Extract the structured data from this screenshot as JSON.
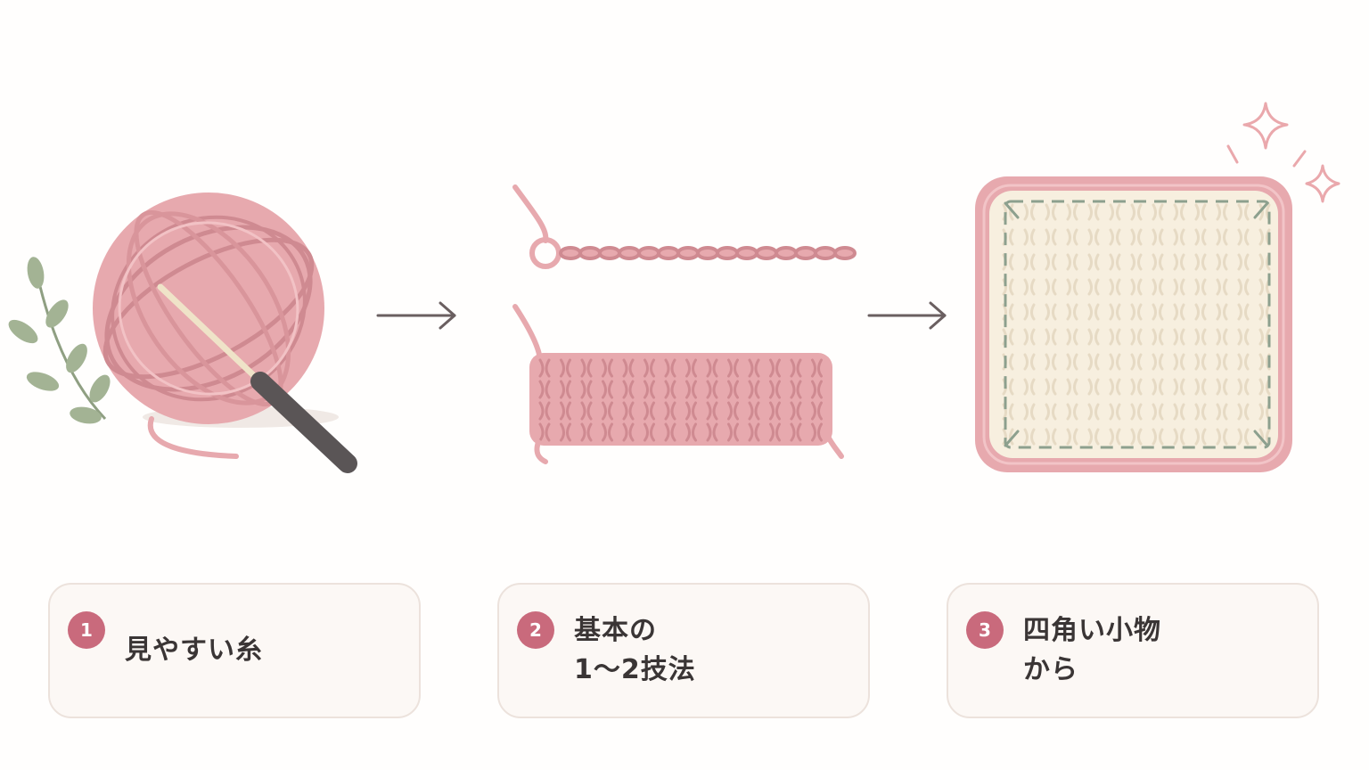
{
  "colors": {
    "background": "#fffefd",
    "yarn_pink": "#e7a9ae",
    "yarn_dark": "#cf8a91",
    "cream": "#f7efdf",
    "leaf_green": "#a3b394",
    "hook_grip": "#5a5556",
    "arrow": "#6a5f60",
    "badge": "#c96a7c",
    "card_bg": "#fcf8f5",
    "card_border": "#ece2dc",
    "text": "#3a3535",
    "dash_green": "#8da08e",
    "sparkle": "#eaa8ac"
  },
  "icons": [
    "yarn-ball-icon",
    "crochet-hook-icon",
    "leaf-sprig-icon",
    "arrow-right-icon",
    "chain-stitch-icon",
    "stitch-swatch-icon",
    "square-coaster-icon",
    "sparkle-icon"
  ],
  "steps": [
    {
      "number": "1",
      "lines": [
        "見やすい糸"
      ]
    },
    {
      "number": "2",
      "lines": [
        "基本の",
        "1〜2技法"
      ]
    },
    {
      "number": "3",
      "lines": [
        "四角い小物",
        "から"
      ]
    }
  ]
}
